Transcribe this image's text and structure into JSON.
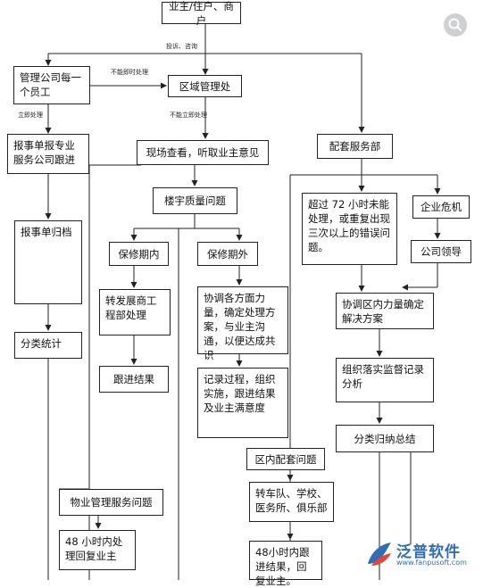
{
  "boxes": {
    "owner": "业主/住户、商户",
    "staff": "管理公司每一个员工",
    "region": "区域管理处",
    "report_pro": "报事单报专业服务公司跟进",
    "onsite": "现场查看，听取业主意见",
    "support": "配套服务部",
    "report_archive": "报事单归档",
    "building_quality": "楼宇质量问题",
    "over72": "超过 72 小时未能处理，或重复出现三次以上的错误问题。",
    "crisis": "企业危机",
    "in_warranty": "保修期内",
    "out_warranty": "保修期外",
    "company_leader": "公司领导",
    "transfer_dev": "转发展商工程部处理",
    "coordinate": "协调各方面力量，确定处理方案，与业主沟通，以便达成共识",
    "coordinate_region": "协调区内力量确定解决方案",
    "classify_stats": "分类统计",
    "follow_result": "跟进结果",
    "org_implement": "组织落实监督记录分析",
    "record_process": "记录过程，组织实施，跟进结果及业主满意度",
    "classify_summary": "分类归纳总结",
    "district_support": "区内配套问题",
    "property_service": "物业管理服务问题",
    "handle48": "48 小时内处理回复业主",
    "transfer_team": "转车队、学校、医务所、俱乐部",
    "follow48": "48小时内跟进结果，回复业主。"
  },
  "notes": {
    "complaint": "投诉、咨询",
    "not_immediate": "不能即时处理",
    "immediate": "立即处理",
    "not_immediate2": "不能立即处理"
  },
  "logo": {
    "name": "泛普软件",
    "url": "www.fanpusoft.com"
  },
  "icons": {
    "zoom": "zoom-icon",
    "logo": "fanpu-logo-icon"
  },
  "colors": {
    "line": "#222222",
    "logo_blue": "#2f6db5"
  }
}
